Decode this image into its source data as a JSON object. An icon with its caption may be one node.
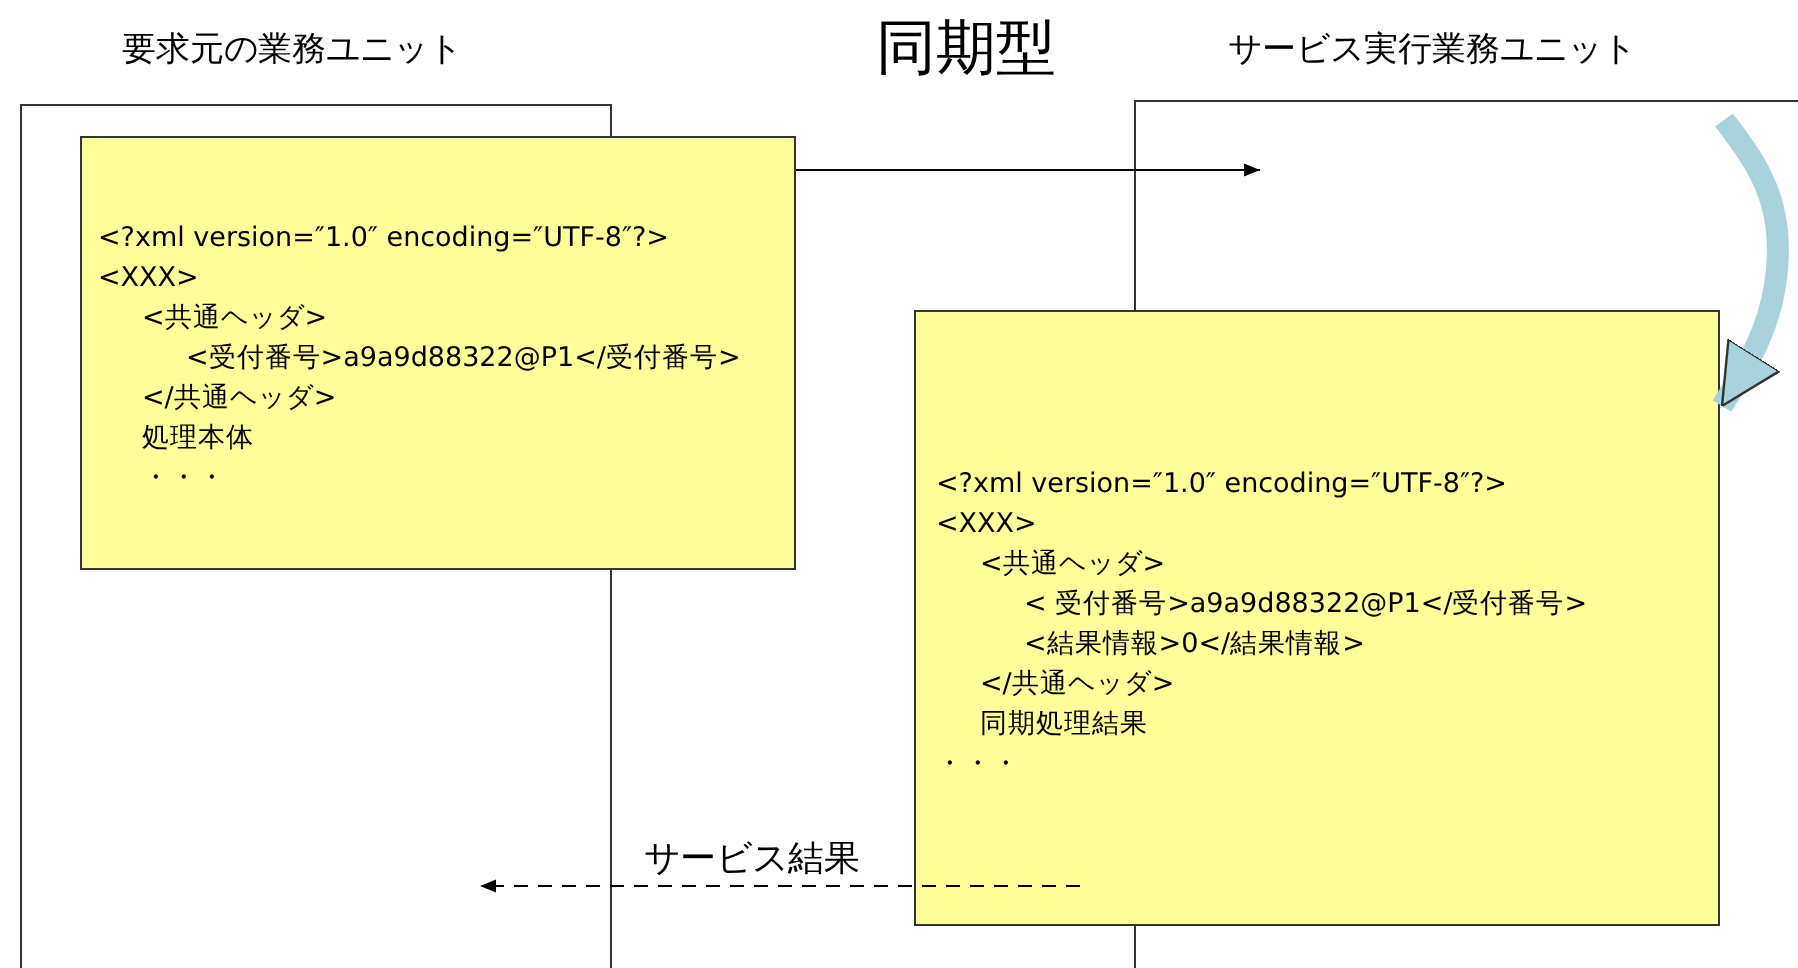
{
  "diagram": {
    "title": "同期型",
    "nodes": [
      {
        "text": [
          "要求元の業務ユニット"
        ]
      },
      {
        "text": [
          "サービス実行業務ユニット"
        ]
      },
      {
        "text": [
          "<?xml version=″1.0″ encoding=″UTF-8″?>",
          "<XXX>",
          "<共通ヘッダ>",
          "<受付番号>a9a9d88322@P1</受付番号>",
          "</共通ヘッダ>",
          "処理本体",
          "・・・"
        ]
      },
      {
        "text": [
          "<?xml version=″1.0″ encoding=″UTF-8″?>",
          "<XXX>",
          "<共通ヘッダ>",
          "< 受付番号>a9a9d88322@P1</受付番号>",
          "<結果情報>0</結果情報>",
          "</共通ヘッダ>",
          "同期処理結果",
          "・・・"
        ]
      }
    ],
    "edges": [
      {
        "from": 2,
        "to": 1,
        "arrow": "to"
      },
      {
        "from": 1,
        "to": 3,
        "arrow": "to",
        "style": "thick",
        "color": "#a9d3dc"
      },
      {
        "from": 3,
        "to": 0,
        "arrow": "to",
        "label": "サービス結果",
        "style": "dashed"
      }
    ]
  }
}
